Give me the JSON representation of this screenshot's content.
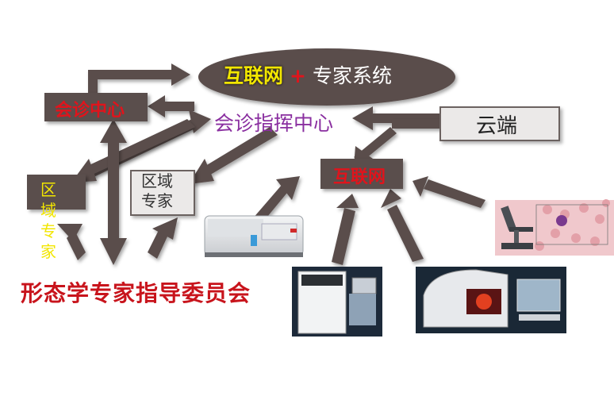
{
  "top_ellipse": {
    "part1": "互联网",
    "plus": "+",
    "part2": "专家系统"
  },
  "consult_center": "会诊中心",
  "command_center": "会诊指挥中心",
  "cloud": "云端",
  "internet_hub": "互联网",
  "regional_expert_left": [
    "区",
    "域",
    "专",
    "家"
  ],
  "regional_expert_box": [
    "区域",
    "专家"
  ],
  "committee": "形态学专家指导委员会",
  "colors": {
    "node_dark": "#5a4e4c",
    "arrow": "#5a4e4c",
    "red_text": "#e0141c",
    "command_text": "#8a2fa0",
    "yellow_text": "#f2e600"
  }
}
